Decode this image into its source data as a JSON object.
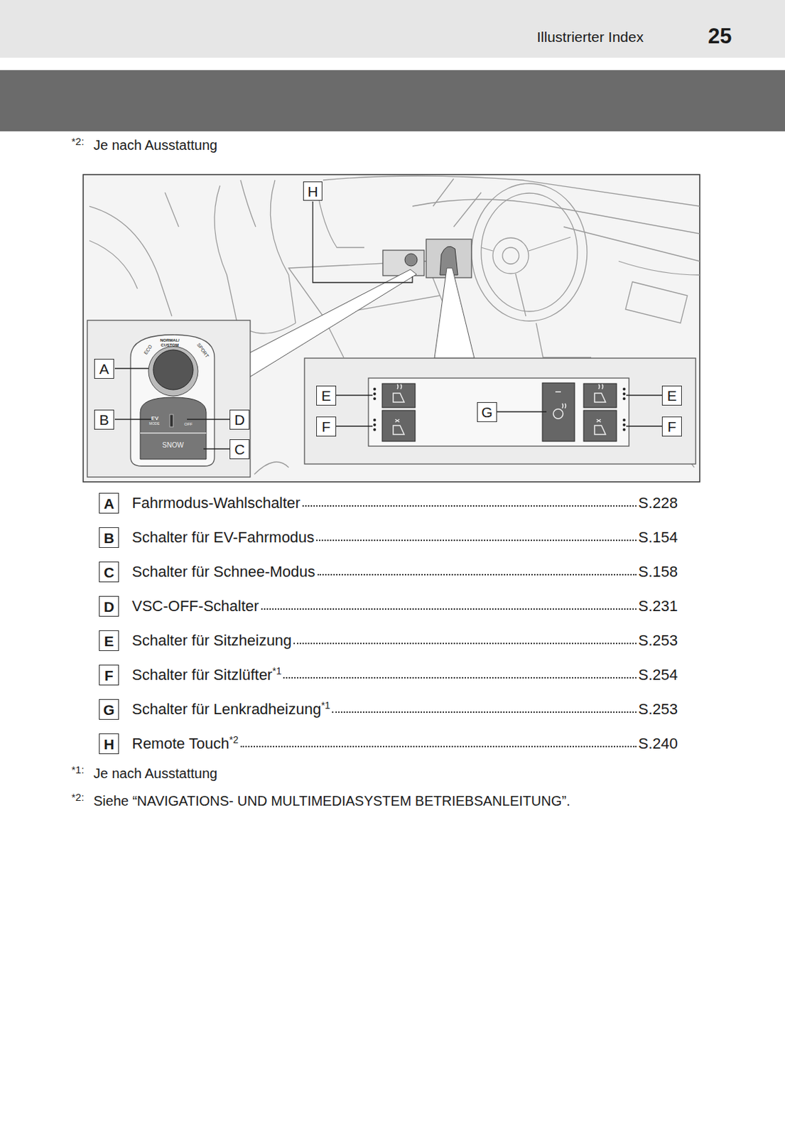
{
  "diagram": {
    "nodes": [
      {
        "text": [
          "H"
        ]
      },
      {
        "text": [
          "A"
        ]
      },
      {
        "text": [
          "B"
        ]
      },
      {
        "text": [
          "D"
        ]
      },
      {
        "text": [
          "C"
        ]
      },
      {
        "text": [
          "E"
        ]
      },
      {
        "text": [
          "F"
        ]
      },
      {
        "text": [
          "G"
        ]
      },
      {
        "text": [
          "E"
        ]
      },
      {
        "text": [
          "F"
        ]
      },
      {
        "text": [
          "A"
        ]
      },
      {
        "text": [
          "B"
        ]
      },
      {
        "text": [
          "C"
        ]
      },
      {
        "text": [
          "D"
        ]
      },
      {
        "text": [
          "E"
        ]
      },
      {
        "text": [
          "F"
        ]
      },
      {
        "text": [
          "G"
        ]
      },
      {
        "text": [
          "H"
        ]
      }
    ],
    "labels": [
      "Illustrierter Index",
      "25",
      "*2:",
      "Je nach Ausstattung",
      "NORMAL/ CUSTOM",
      "ECO",
      "SPORT",
      "EV",
      "MODE",
      "OFF",
      "SNOW",
      "Fahrmodus-Wahlschalter",
      "S.228",
      "Schalter für EV-Fahrmodus",
      "S.154",
      "Schalter für Schnee-Modus",
      "S.158",
      "VSC-OFF-Schalter",
      "S.231",
      "Schalter für Sitzheizung",
      "S.253",
      "Schalter für Sitzlüfter",
      "*1",
      "S.254",
      "Schalter für Lenkradheizung",
      "*1",
      "S.253",
      "Remote Touch",
      "*2",
      "S.240",
      "*1:",
      "Je nach Ausstattung",
      "*2:",
      "Siehe “NAVIGATIONS- UND MULTIMEDIASYSTEM BETRIEBSANLEITUNG”."
    ]
  }
}
